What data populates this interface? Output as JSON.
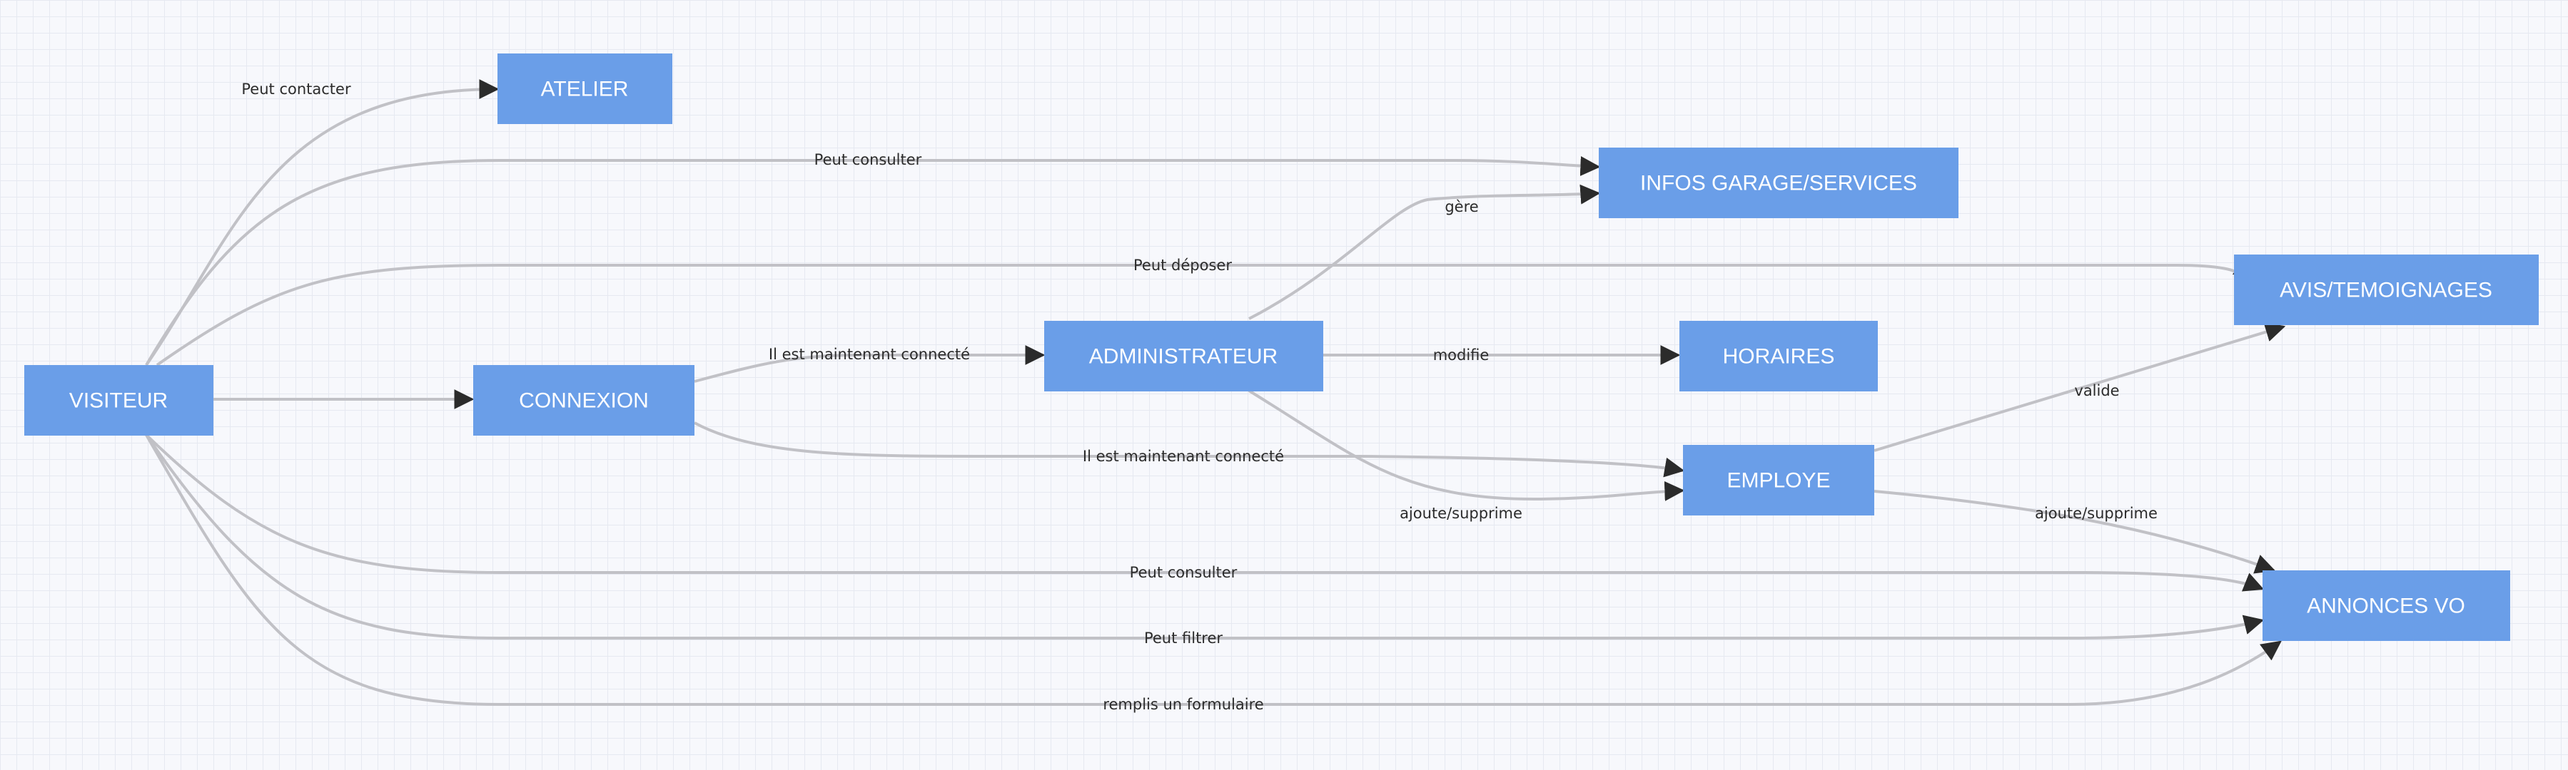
{
  "colors": {
    "node_fill": "#6a9ee8",
    "node_text": "#ffffff",
    "edge": "#c1c1c6",
    "arrow": "#2b2b2b",
    "label": "#2b2b2b",
    "background": "#f7f8fc",
    "grid": "#e6e9f1"
  },
  "nodes": {
    "visiteur": "VISITEUR",
    "atelier": "ATELIER",
    "infos": "INFOS GARAGE/SERVICES",
    "avis": "AVIS/TEMOIGNAGES",
    "connexion": "CONNEXION",
    "administrateur": "ADMINISTRATEUR",
    "horaires": "HORAIRES",
    "employe": "EMPLOYE",
    "annonces": "ANNONCES VO"
  },
  "edges": [
    {
      "from": "VISITEUR",
      "to": "ATELIER",
      "label": "Peut contacter"
    },
    {
      "from": "VISITEUR",
      "to": "INFOS GARAGE/SERVICES",
      "label": "Peut consulter"
    },
    {
      "from": "VISITEUR",
      "to": "AVIS/TEMOIGNAGES",
      "label": "Peut déposer"
    },
    {
      "from": "VISITEUR",
      "to": "CONNEXION",
      "label": ""
    },
    {
      "from": "CONNEXION",
      "to": "ADMINISTRATEUR",
      "label": "Il est maintenant connecté"
    },
    {
      "from": "CONNEXION",
      "to": "EMPLOYE",
      "label": "Il est maintenant connecté"
    },
    {
      "from": "ADMINISTRATEUR",
      "to": "INFOS GARAGE/SERVICES",
      "label": "gère"
    },
    {
      "from": "ADMINISTRATEUR",
      "to": "HORAIRES",
      "label": "modifie"
    },
    {
      "from": "ADMINISTRATEUR",
      "to": "EMPLOYE",
      "label": "ajoute/supprime"
    },
    {
      "from": "EMPLOYE",
      "to": "AVIS/TEMOIGNAGES",
      "label": "valide"
    },
    {
      "from": "EMPLOYE",
      "to": "ANNONCES VO",
      "label": "ajoute/supprime"
    },
    {
      "from": "VISITEUR",
      "to": "ANNONCES VO",
      "label": "Peut consulter"
    },
    {
      "from": "VISITEUR",
      "to": "ANNONCES VO",
      "label": "Peut filtrer"
    },
    {
      "from": "VISITEUR",
      "to": "ANNONCES VO",
      "label": "remplis un formulaire"
    }
  ]
}
